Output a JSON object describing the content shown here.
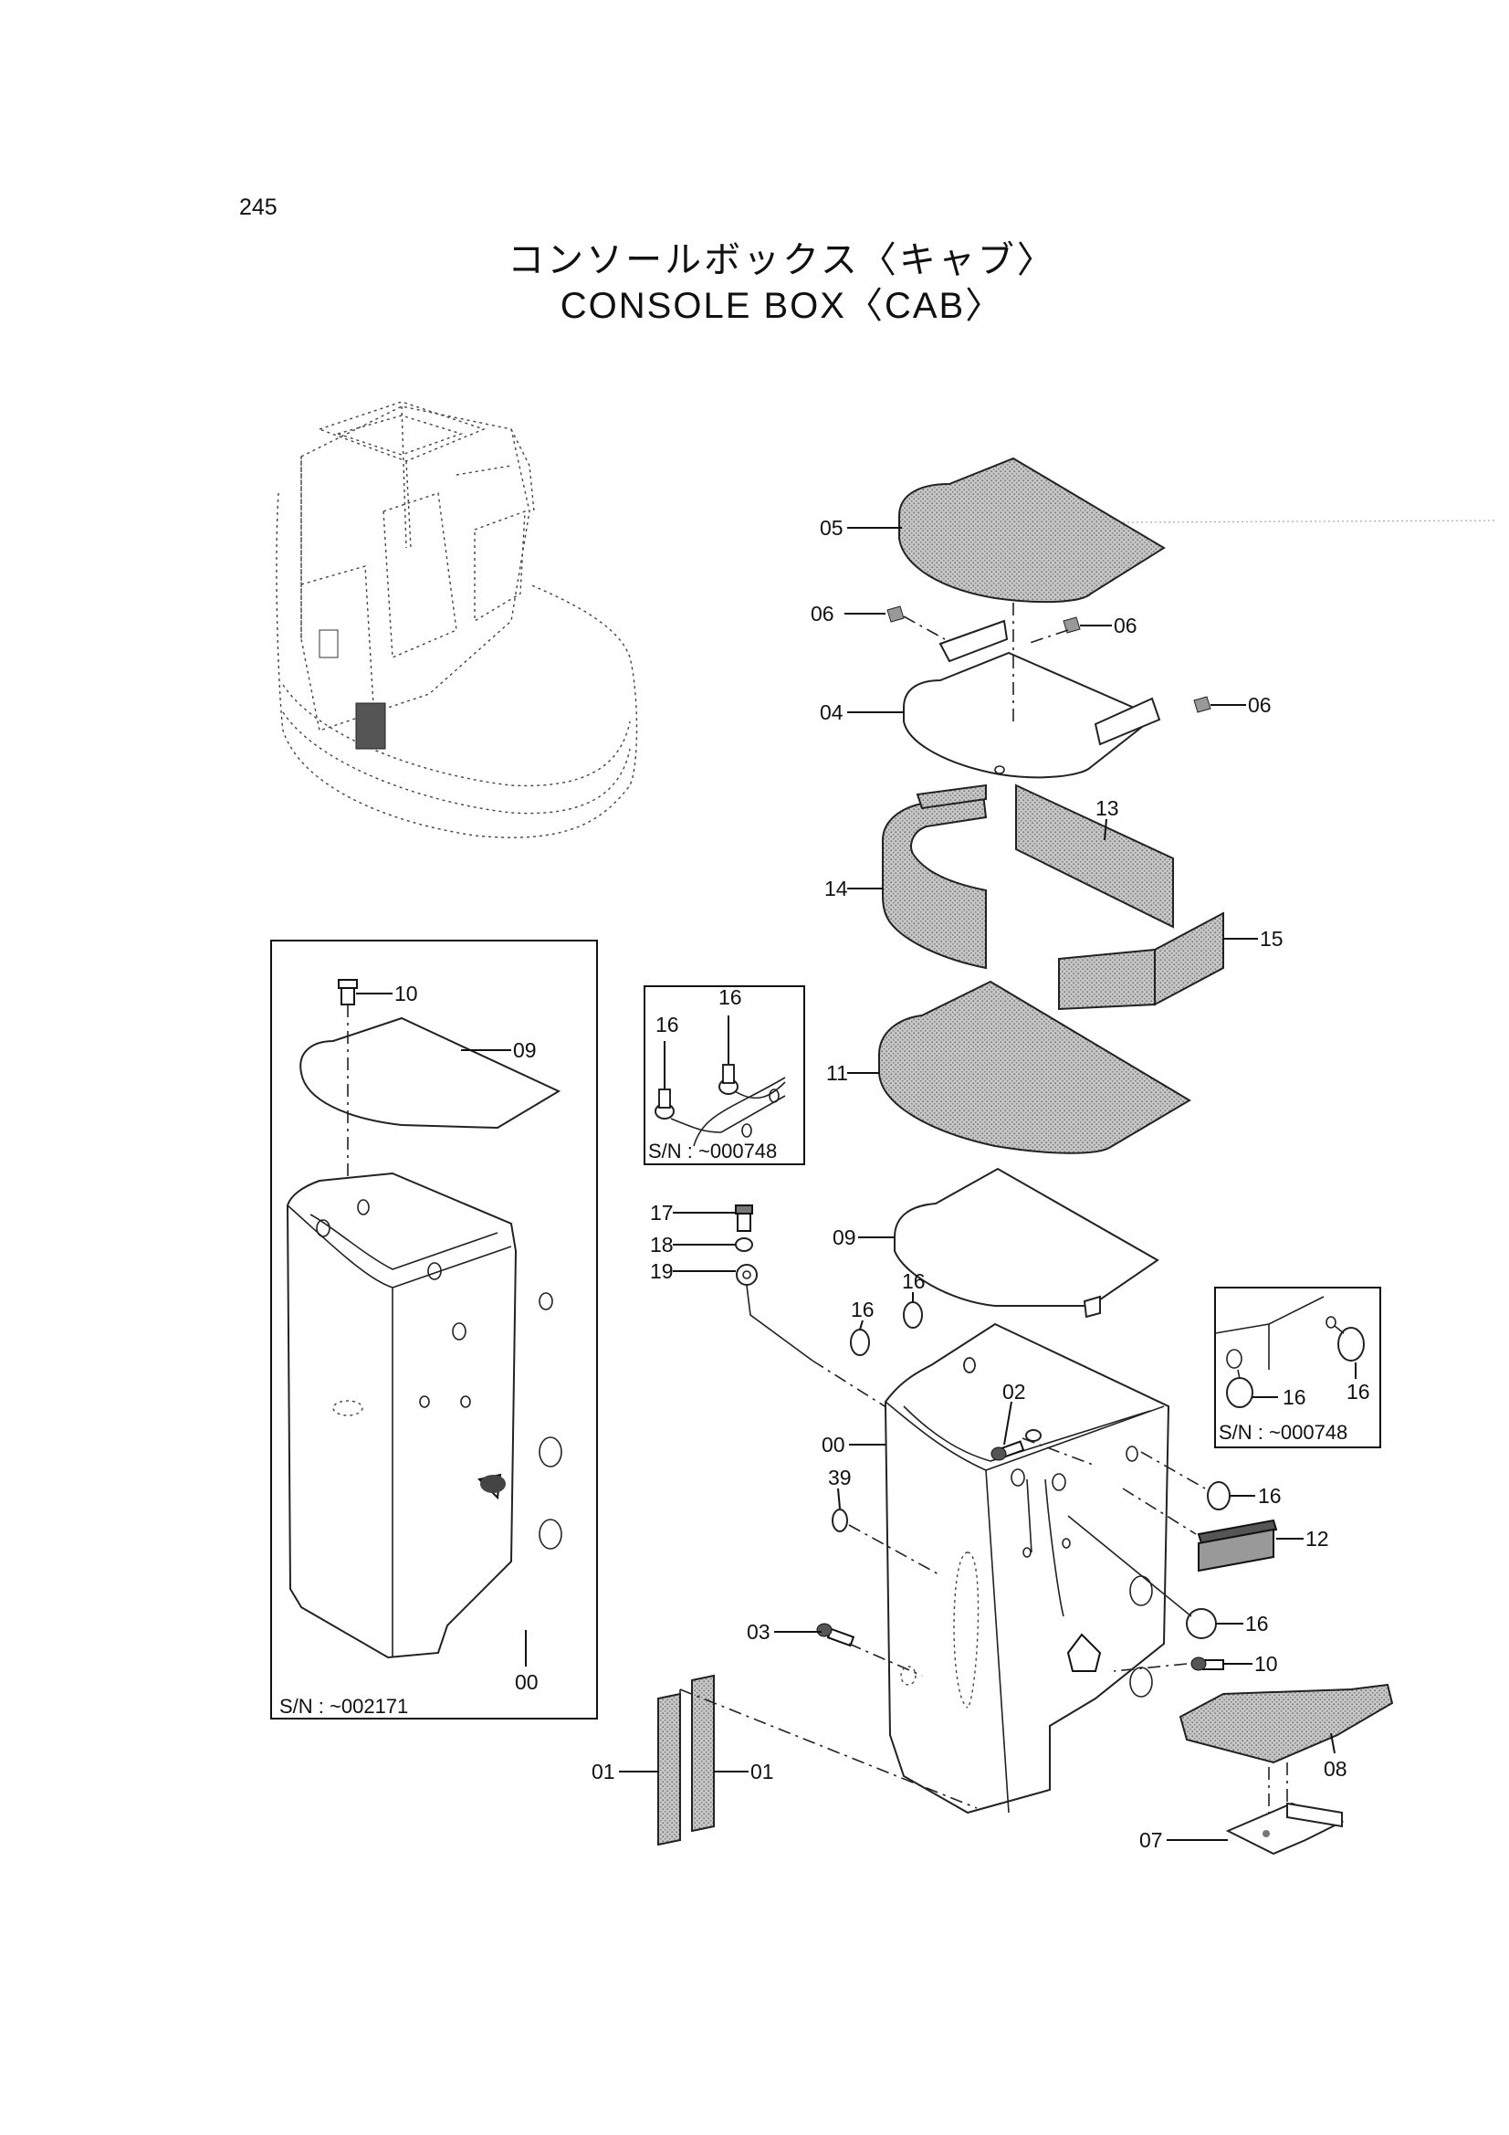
{
  "page": {
    "number": "245",
    "title_jp": "コンソールボックス〈キャブ〉",
    "title_en": "CONSOLE BOX〈CAB〉"
  },
  "insets": {
    "left_box_sn": "S/N : ~002171",
    "mid_box_sn": "S/N : ~000748",
    "right_box_sn": "S/N : ~000748"
  },
  "callouts": {
    "c05": "05",
    "c06a": "06",
    "c06b": "06",
    "c06c": "06",
    "c04": "04",
    "c13": "13",
    "c14": "14",
    "c15": "15",
    "c11": "11",
    "c10_inset": "10",
    "c09_inset": "09",
    "c00_inset": "00",
    "c16_mid_a": "16",
    "c16_mid_b": "16",
    "c17": "17",
    "c18": "18",
    "c19": "19",
    "c09": "09",
    "c16_a": "16",
    "c16_b": "16",
    "c16_r_a": "16",
    "c16_r_b": "16",
    "c00": "00",
    "c02": "02",
    "c39": "39",
    "c16_c": "16",
    "c12": "12",
    "c16_d": "16",
    "c03": "03",
    "c10": "10",
    "c08": "08",
    "c01_a": "01",
    "c01_b": "01",
    "c07": "07"
  }
}
